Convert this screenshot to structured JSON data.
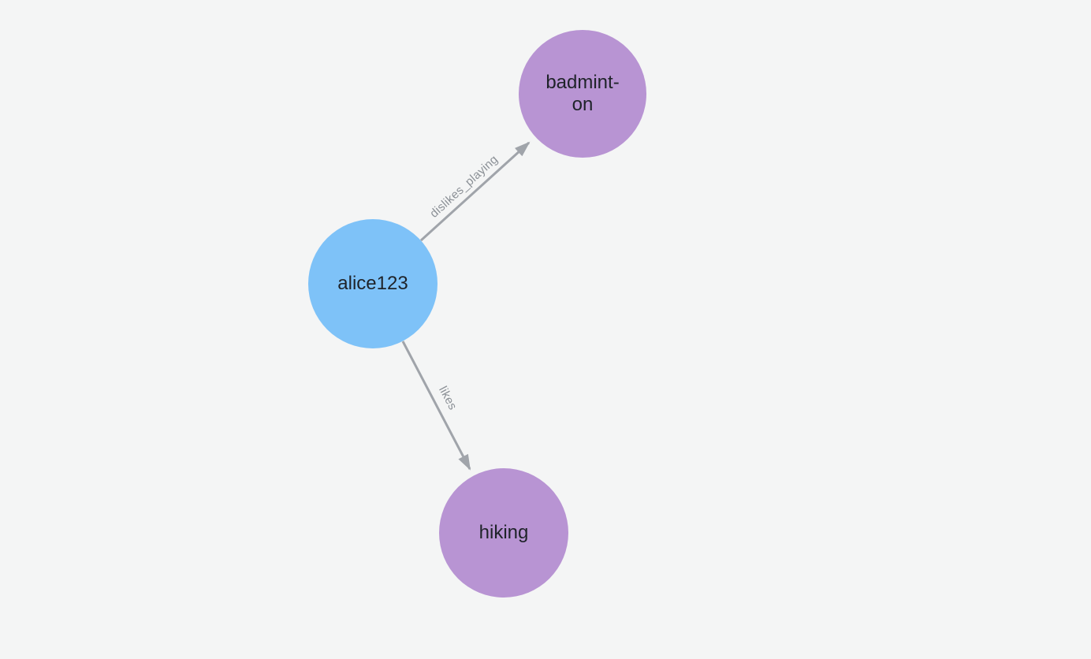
{
  "background_color": "#f4f5f5",
  "graph": {
    "edge_color": "#a0a4aa",
    "edge_label_color": "#8b9096",
    "node_colors": {
      "person": "#7ec2f8",
      "hobby": "#b894d3"
    },
    "nodes": [
      {
        "id": "alice123",
        "label": "alice123",
        "lines": [
          "alice123"
        ],
        "color": "#7ec2f8"
      },
      {
        "id": "badminton",
        "label": "badminton",
        "lines": [
          "badmint-",
          "on"
        ],
        "color": "#b894d3"
      },
      {
        "id": "hiking",
        "label": "hiking",
        "lines": [
          "hiking"
        ],
        "color": "#b894d3"
      }
    ],
    "edges": [
      {
        "from": "alice123",
        "to": "badminton",
        "label": "dislikes_playing"
      },
      {
        "from": "alice123",
        "to": "hiking",
        "label": "likes"
      }
    ]
  }
}
